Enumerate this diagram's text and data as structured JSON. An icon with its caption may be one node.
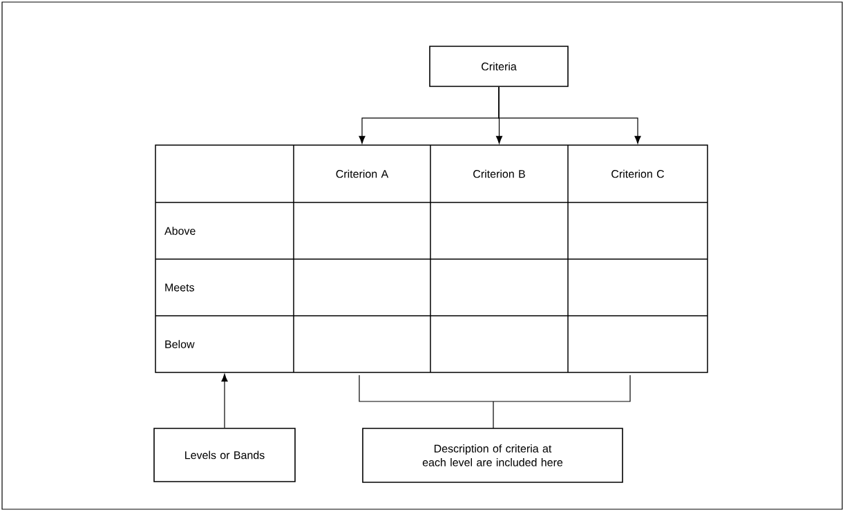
{
  "diagram": {
    "nodes": [
      {
        "text": [
          "Criteria"
        ]
      },
      {
        "text": [
          "Criterion A"
        ]
      },
      {
        "text": [
          "Criterion B"
        ]
      },
      {
        "text": [
          "Criterion C"
        ]
      },
      {
        "text": [
          "Above"
        ]
      },
      {
        "text": [
          "Meets"
        ]
      },
      {
        "text": [
          "Below"
        ]
      },
      {
        "text": [
          "Levels or Bands"
        ]
      },
      {
        "text": [
          "Description of criteria at each level are included here"
        ]
      }
    ],
    "edges": [
      {
        "from": 0,
        "to": 1,
        "arrow": "to"
      },
      {
        "from": 0,
        "to": 2,
        "arrow": "to"
      },
      {
        "from": 0,
        "to": 3,
        "arrow": "to"
      },
      {
        "from": 7,
        "to": 6,
        "arrow": "to"
      }
    ]
  }
}
